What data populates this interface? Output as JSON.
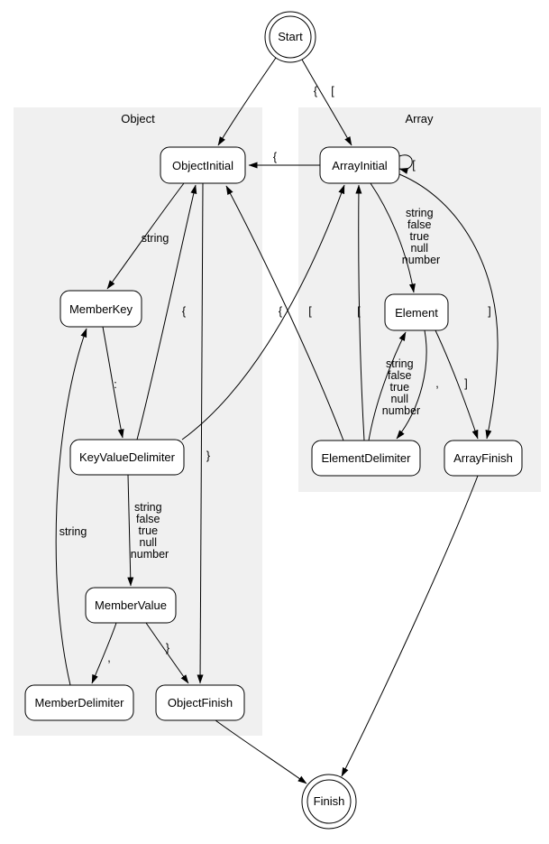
{
  "diagram": {
    "colors": {
      "cluster_bg": "#f0f0f0",
      "node_fill": "#ffffff",
      "line": "#000000"
    },
    "clusters": {
      "object": {
        "label": "Object"
      },
      "array": {
        "label": "Array"
      }
    },
    "nodes": {
      "start": {
        "label": "Start"
      },
      "objectInitial": {
        "label": "ObjectInitial"
      },
      "arrayInitial": {
        "label": "ArrayInitial"
      },
      "memberKey": {
        "label": "MemberKey"
      },
      "element": {
        "label": "Element"
      },
      "keyValueDelimiter": {
        "label": "KeyValueDelimiter"
      },
      "elementDelimiter": {
        "label": "ElementDelimiter"
      },
      "arrayFinish": {
        "label": "ArrayFinish"
      },
      "memberValue": {
        "label": "MemberValue"
      },
      "memberDelimiter": {
        "label": "MemberDelimiter"
      },
      "objectFinish": {
        "label": "ObjectFinish"
      },
      "finish": {
        "label": "Finish"
      }
    },
    "edge_labels": {
      "start_objectInitial": "{",
      "start_arrayInitial": "[",
      "arrayInitial_objectInitial": "{",
      "arrayInitial_self": "[",
      "objectInitial_memberKey": "string",
      "arrayInitial_element": [
        "string",
        "false",
        "true",
        "null",
        "number"
      ],
      "arrayInitial_arrayFinish": "]",
      "memberKey_keyValueDelimiter": ":",
      "keyValueDelimiter_objectInitial": "{",
      "keyValueDelimiter_arrayInitial": "[",
      "keyValueDelimiter_memberValue": [
        "string",
        "false",
        "true",
        "null",
        "number"
      ],
      "elementDelimiter_objectInitial": "{",
      "elementDelimiter_arrayInitial": "[",
      "elementDelimiter_element": [
        "string",
        "false",
        "true",
        "null",
        "number"
      ],
      "element_elementDelimiter": ",",
      "element_arrayFinish": "]",
      "objectInitial_objectFinish": "}",
      "memberValue_memberDelimiter": ",",
      "memberValue_objectFinish": "}",
      "memberDelimiter_memberKey": "string"
    }
  }
}
